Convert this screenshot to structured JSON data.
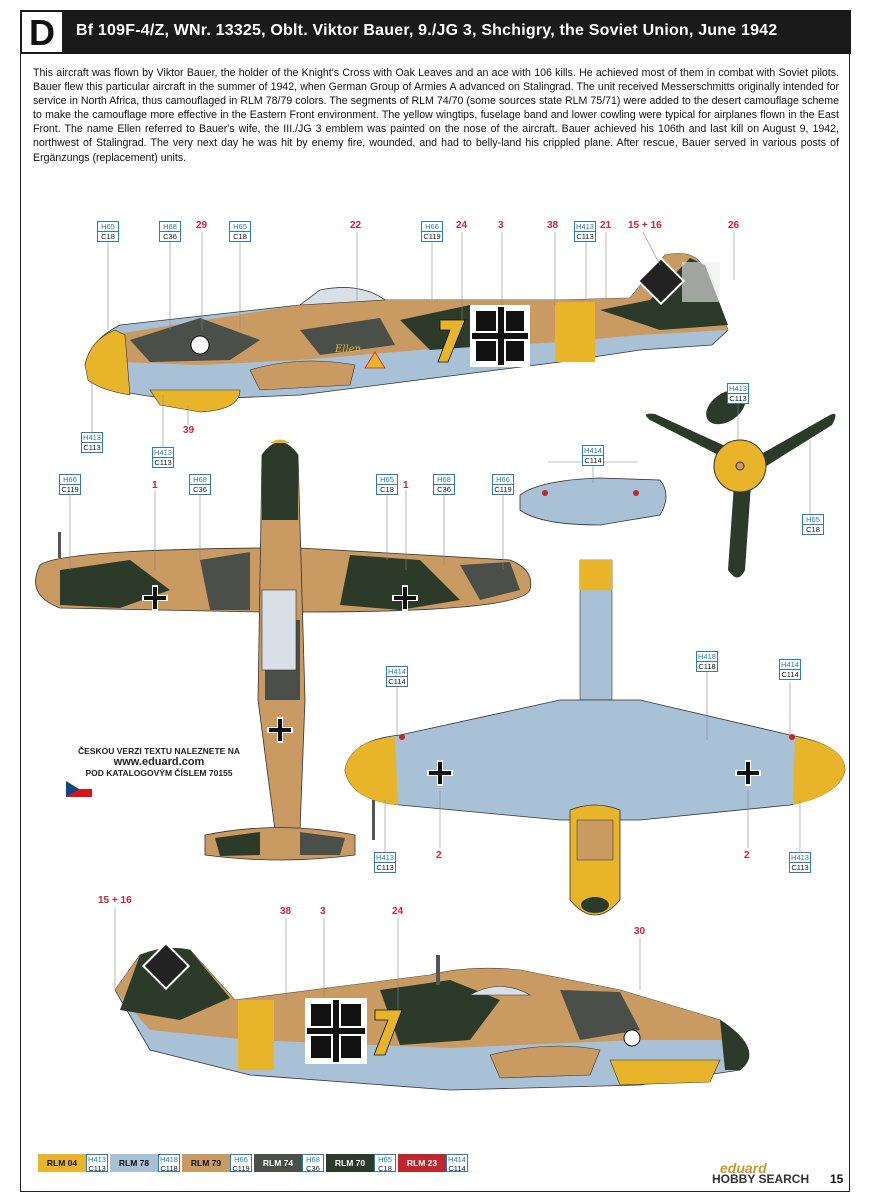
{
  "header": {
    "letter": "D",
    "title": "Bf 109F-4/Z, WNr. 13325, Oblt. Viktor Bauer, 9./JG 3, Shchigry, the Soviet Union, June 1942"
  },
  "description": "This aircraft was flown by Viktor Bauer, the holder of the Knight's Cross with Oak Leaves and an ace with 106 kills. He achieved most of them in combat with Soviet pilots. Bauer flew this particular aircraft in the summer of 1942, when German Group of Armies A advanced on Stalingrad. The unit received Messerschmitts originally intended for service in North Africa, thus camouflaged in RLM 78/79 colors. The segments of RLM 74/70 (some sources state RLM 75/71) were added to the desert camouflage scheme to make the camouflage more effective in the Eastern Front environment. The yellow wingtips, fuselage band and lower cowling were typical for airplanes flown in the East Front. The name Ellen referred to Bauer's wife, the III./JG 3 emblem was painted on the nose of the aircraft. Bauer achieved his 106th and last kill on August 9, 1942, northwest of Stalingrad. The very next day he was hit by enemy fire, wounded, and had to belly-land his crippled plane. After rescue, Bauer served in various posts of Ergänzungs (replacement) units.",
  "side_top": {
    "callouts": {
      "c29": "29",
      "c22": "22",
      "c24": "24",
      "c3": "3",
      "c38": "38",
      "c21": "21",
      "c1516": "15 + 16",
      "c26": "26",
      "c39": "39"
    },
    "boxes": {
      "b1": {
        "h": "H65",
        "c": "C18"
      },
      "b2": {
        "h": "H68",
        "c": "C36"
      },
      "b3": {
        "h": "H65",
        "c": "C18"
      },
      "b4": {
        "h": "H66",
        "c": "C119"
      },
      "b5": {
        "h": "H413",
        "c": "C113"
      },
      "b6": {
        "h": "H413",
        "c": "C113"
      },
      "b7": {
        "h": "H413",
        "c": "C113"
      }
    },
    "name_script": "Ellen",
    "code": "7"
  },
  "propeller": {
    "boxes": {
      "b1": {
        "h": "H413",
        "c": "C113"
      },
      "b2": {
        "h": "H65",
        "c": "C18"
      }
    }
  },
  "top_view": {
    "callouts": {
      "c1a": "1",
      "c1b": "1"
    },
    "boxes": {
      "b1": {
        "h": "H66",
        "c": "C119"
      },
      "b2": {
        "h": "H68",
        "c": "C36"
      },
      "b3": {
        "h": "H65",
        "c": "C18"
      },
      "b4": {
        "h": "H68",
        "c": "C36"
      },
      "b5": {
        "h": "H66",
        "c": "C119"
      }
    }
  },
  "bottom_view": {
    "callouts": {
      "c2a": "2",
      "c2b": "2"
    },
    "boxes": {
      "b1": {
        "h": "H414",
        "c": "C114"
      },
      "b2": {
        "h": "H418",
        "c": "C118"
      },
      "b3": {
        "h": "H414",
        "c": "C114"
      },
      "b4": {
        "h": "H414",
        "c": "C114"
      },
      "b5": {
        "h": "H413",
        "c": "C113"
      },
      "b6": {
        "h": "H413",
        "c": "C113"
      }
    }
  },
  "side_bottom": {
    "callouts": {
      "c1516": "15 + 16",
      "c38": "38",
      "c3": "3",
      "c24": "24",
      "c30": "30"
    },
    "code": "7"
  },
  "czech_note": {
    "line1": "ČESKOU VERZI TEXTU NALEZNETE NA",
    "url": "www.eduard.com",
    "line3": "POD KATALOGOVÝM ČÍSLEM 70155"
  },
  "legend": [
    {
      "name": "RLM 04",
      "h": "H413",
      "c": "C113",
      "color": "#e8b42a",
      "text_color": "#111"
    },
    {
      "name": "RLM 78",
      "h": "H418",
      "c": "C118",
      "color": "#a9c1d6",
      "text_color": "#111"
    },
    {
      "name": "RLM 79",
      "h": "H66",
      "c": "C119",
      "color": "#c99a62",
      "text_color": "#111"
    },
    {
      "name": "RLM 74",
      "h": "H68",
      "c": "C36",
      "color": "#4a4f4a",
      "text_color": "#fff"
    },
    {
      "name": "RLM 70",
      "h": "H65",
      "c": "C18",
      "color": "#2c3a2a",
      "text_color": "#fff"
    },
    {
      "name": "RLM 23",
      "h": "H414",
      "c": "C114",
      "color": "#c0262d",
      "text_color": "#fff"
    }
  ],
  "footer": {
    "brand": "eduard",
    "watermark": "HOBBY SEARCH",
    "page_number": "15"
  },
  "colors": {
    "rlm04": "#e8b42a",
    "rlm78": "#a9c1d6",
    "rlm79": "#c99a62",
    "rlm74": "#4a4f4a",
    "rlm70": "#2c3a2a",
    "rlm23": "#c0262d",
    "callout": "#c23",
    "box": "#2d7ab5"
  }
}
